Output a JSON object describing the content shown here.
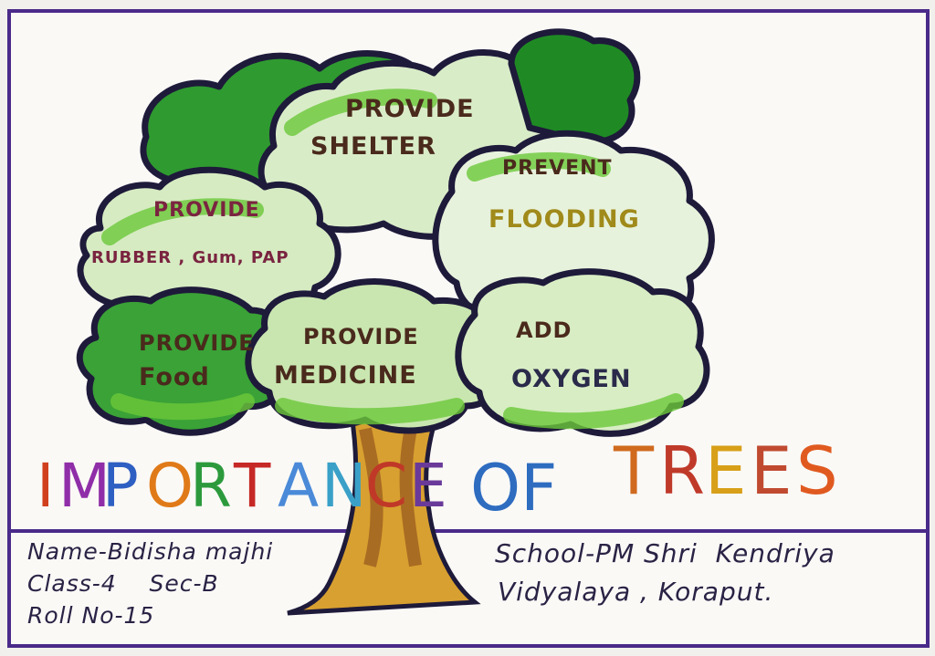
{
  "leaves": {
    "shelter": [
      "PROVIDE",
      "SHELTER"
    ],
    "flooding": [
      "PREVENT",
      "FLOODING"
    ],
    "rubber": [
      "PROVIDE",
      "RUBBER , Gum, PAP"
    ],
    "food": [
      "PROVIDE",
      "Food"
    ],
    "medicine": [
      "PROVIDE",
      "MEDICINE"
    ],
    "oxygen": [
      "ADD",
      "OXYGEN"
    ]
  },
  "title": {
    "word1": "IMPORTANCE",
    "word2": "OF",
    "word3": "TREES",
    "word1_colors": [
      "#d0401e",
      "#8f2ea8",
      "#2e5fc2",
      "#e07a18",
      "#2c9a3c",
      "#c62826",
      "#4a8ad8",
      "#3aa0c8",
      "#c03828",
      "#6a3a9a"
    ],
    "word2_color": "#2e6cc0",
    "word3_colors": [
      "#d06a1e",
      "#c03a2a",
      "#d8a018",
      "#c04a30",
      "#e05a20"
    ]
  },
  "footer": {
    "name": "Name-Bidisha majhi",
    "class": "Class-4    Sec-B",
    "roll": "Roll No-15",
    "school_line1": "School-PM Shri  Kendriya",
    "school_line2": "Vidyalaya , Koraput."
  },
  "colors": {
    "border": "#4a2a8a",
    "leaf_dark": "#1c8a22",
    "leaf_light": "#6cc83a",
    "outline": "#1e1a3a",
    "trunk": "#8a4a1a",
    "trunk_fill": "#d8a030"
  }
}
